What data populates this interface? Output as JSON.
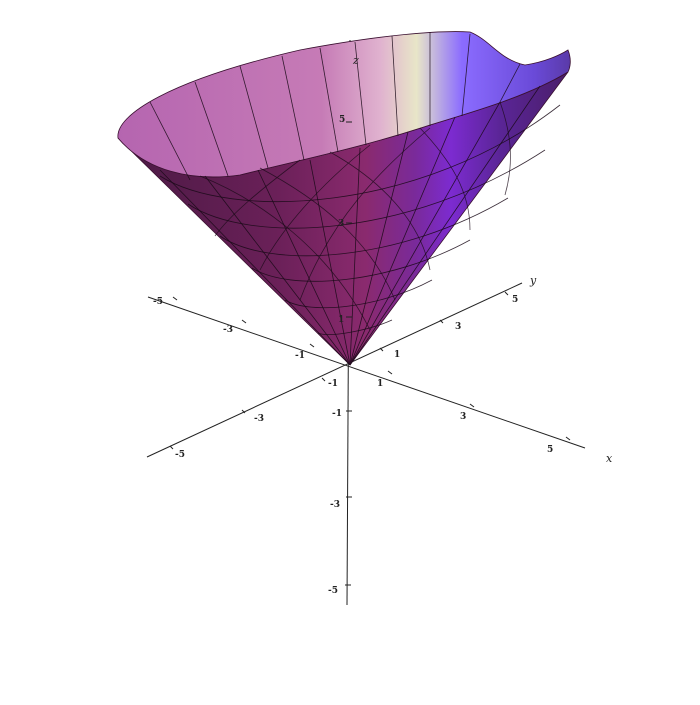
{
  "figure": {
    "description_type": "3D surface plot of a cone z = sqrt(x^2 + y^2) with axes"
  },
  "axes": {
    "x": {
      "name": "x",
      "tick_labels": [
        "-5",
        "-3",
        "-1",
        "1",
        "3",
        "5"
      ]
    },
    "y": {
      "name": "y",
      "tick_labels": [
        "-5",
        "-3",
        "-1",
        "1",
        "3",
        "5"
      ]
    },
    "z": {
      "name": "z",
      "tick_labels": [
        "-5",
        "-3",
        "-1",
        "1",
        "3",
        "5"
      ]
    }
  },
  "surface": {
    "colors": {
      "inner_left": "#b565b0",
      "inner_pink": "#d89ec8",
      "inner_cream": "#e8e6c8",
      "inner_blue": "#8b6cff",
      "outer_dark": "#5a1f4e",
      "outer_mid": "#8a2a74",
      "outer_violet": "#7c2bb6"
    }
  }
}
